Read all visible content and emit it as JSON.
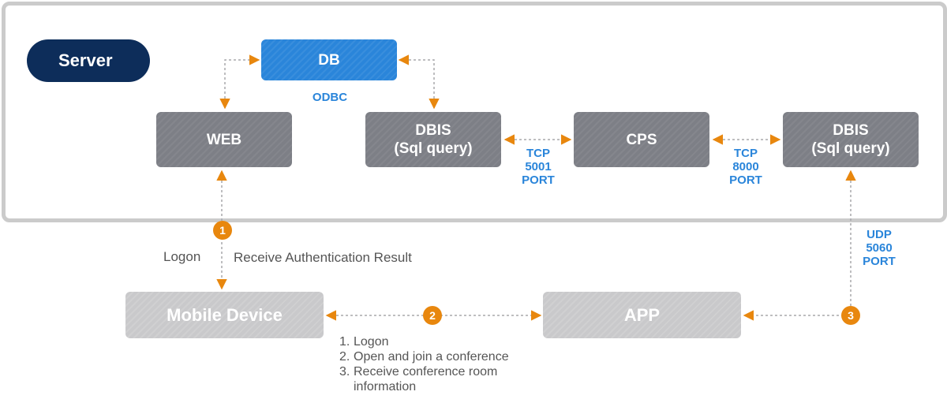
{
  "server_label": "Server",
  "nodes": {
    "db": "DB",
    "web": "WEB",
    "dbis_left": "DBIS\n(Sql query)",
    "cps": "CPS",
    "dbis_right": "DBIS\n(Sql query)",
    "mobile": "Mobile Device",
    "app": "APP"
  },
  "connection_labels": {
    "odbc": "ODBC",
    "tcp_5001": "TCP\n5001\nPORT",
    "tcp_8000": "TCP\n8000\nPORT",
    "udp_5060": "UDP\n5060\nPORT"
  },
  "badges": [
    "1",
    "2",
    "3"
  ],
  "logon_label": "Logon",
  "auth_result_label": "Receive Authentication Result",
  "steps": [
    {
      "num": "1.",
      "text": "Logon"
    },
    {
      "num": "2.",
      "text": "Open and join a conference"
    },
    {
      "num": "3.",
      "text": "Receive conference room information"
    }
  ],
  "colors": {
    "accent_orange": "#e8870e",
    "port_blue": "#2a85da",
    "server_pill": "#0d2d5a",
    "node_dark": "#7d7f86",
    "node_light": "#c9c9cb",
    "db_blue": "#2a85da"
  }
}
